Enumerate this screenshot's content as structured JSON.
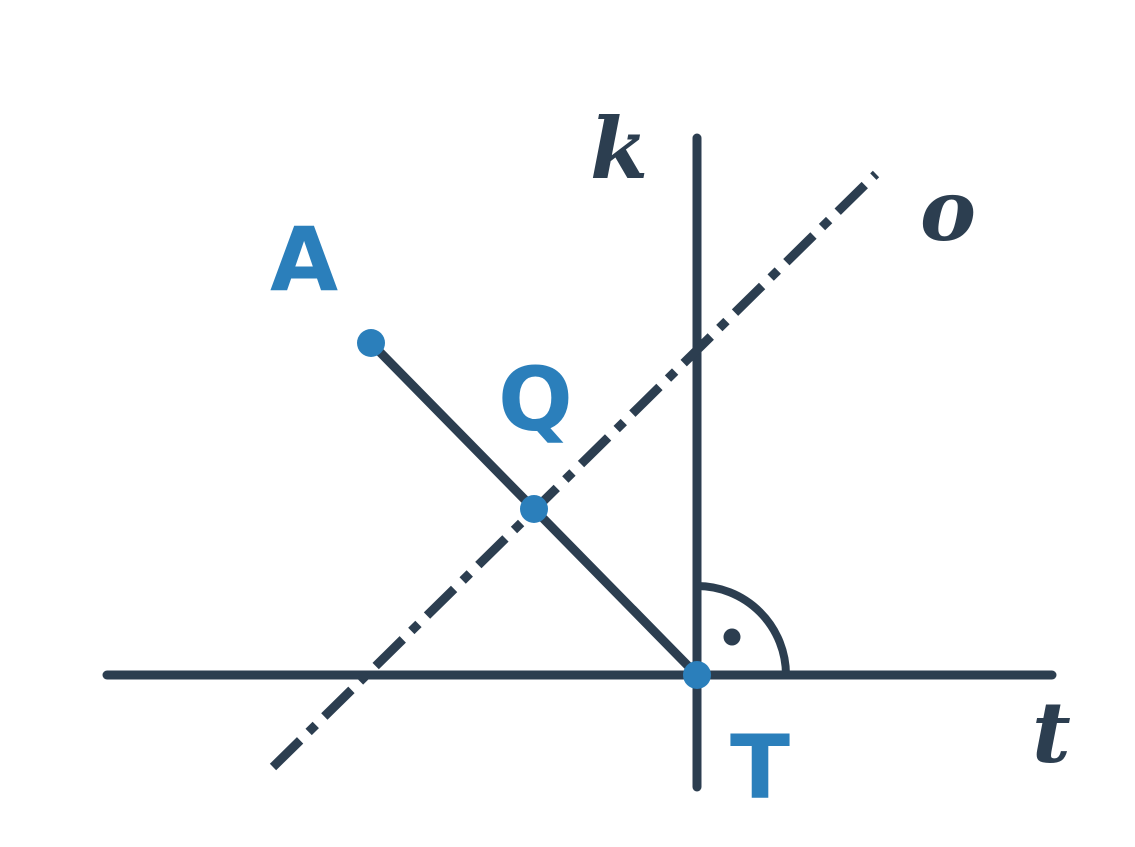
{
  "colors": {
    "line": "#2c3e50",
    "point": "#2b7fbb",
    "background": "#ffffff"
  },
  "lines": {
    "k": "k",
    "o": "o",
    "t": "t"
  },
  "points": {
    "A": "A",
    "Q": "Q",
    "T": "T"
  }
}
